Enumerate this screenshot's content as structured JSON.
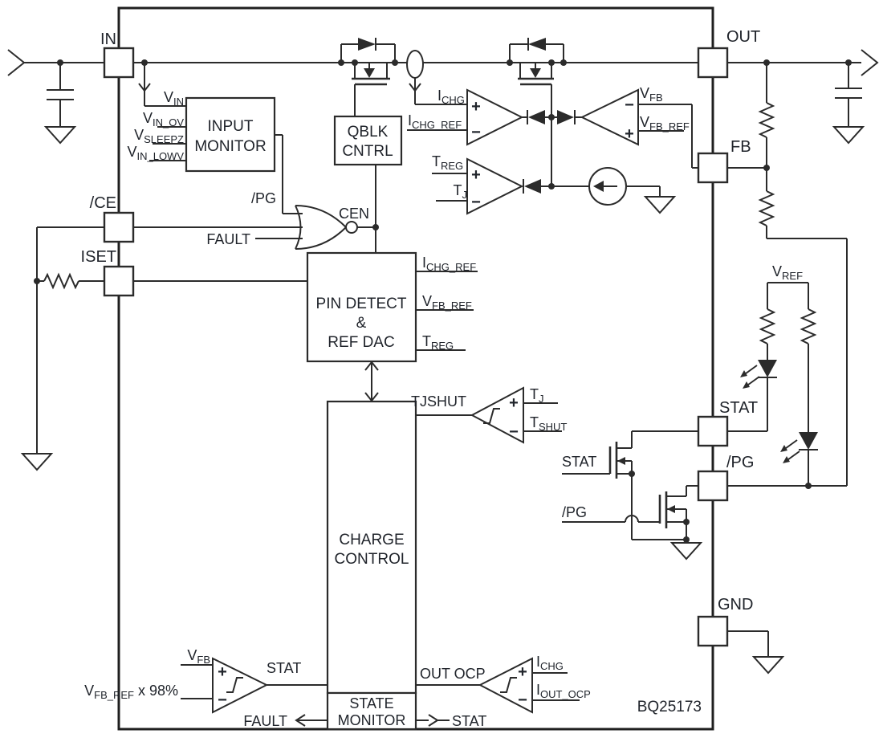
{
  "part": {
    "number": "BQ25173"
  },
  "pins": {
    "in": "IN",
    "ce": "/CE",
    "iset": "ISET",
    "out": "OUT",
    "fb": "FB",
    "stat": "STAT",
    "pg": "/PG",
    "gnd": "GND"
  },
  "blocks": {
    "input_monitor": {
      "line1": "INPUT",
      "line2": "MONITOR"
    },
    "qblk": {
      "line1": "QBLK",
      "line2": "CNTRL"
    },
    "pin_detect": {
      "line1": "PIN DETECT",
      "line2": "&",
      "line3": "REF DAC"
    },
    "charge_control": {
      "line1": "CHARGE",
      "line2": "CONTROL"
    },
    "state_monitor": {
      "line1": "STATE",
      "line2": "MONITOR"
    }
  },
  "signals": {
    "vin": {
      "base": "V",
      "sub": "IN"
    },
    "vin_ov": {
      "base": "V",
      "sub": "IN_OV"
    },
    "vsleepz": {
      "base": "V",
      "sub": "SLEEPZ"
    },
    "vin_lowv": {
      "base": "V",
      "sub": "IN_LOWV"
    },
    "pg": "/PG",
    "fault": "FAULT",
    "cen": "CEN",
    "ichg": {
      "base": "I",
      "sub": "CHG"
    },
    "ichg_ref": {
      "base": "I",
      "sub": "CHG_REF"
    },
    "treg": {
      "base": "T",
      "sub": "REG"
    },
    "tj": {
      "base": "T",
      "sub": "J"
    },
    "vfb": {
      "base": "V",
      "sub": "FB"
    },
    "vfb_ref": {
      "base": "V",
      "sub": "FB_REF"
    },
    "vfb_ref_98": {
      "base": "V",
      "sub": "FB_REF",
      "suffix": " x 98%"
    },
    "tjshut": "TJSHUT",
    "tshut": {
      "base": "T",
      "sub": "SHUT"
    },
    "stat": "STAT",
    "out_ocp": "OUT OCP",
    "iout_ocp": {
      "base": "I",
      "sub": "OUT_OCP"
    },
    "vref": {
      "base": "V",
      "sub": "REF"
    },
    "plus": "+",
    "minus": "−"
  },
  "colors": {
    "line": "#2b2b2b",
    "label": "#20242b",
    "background": "#ffffff"
  }
}
